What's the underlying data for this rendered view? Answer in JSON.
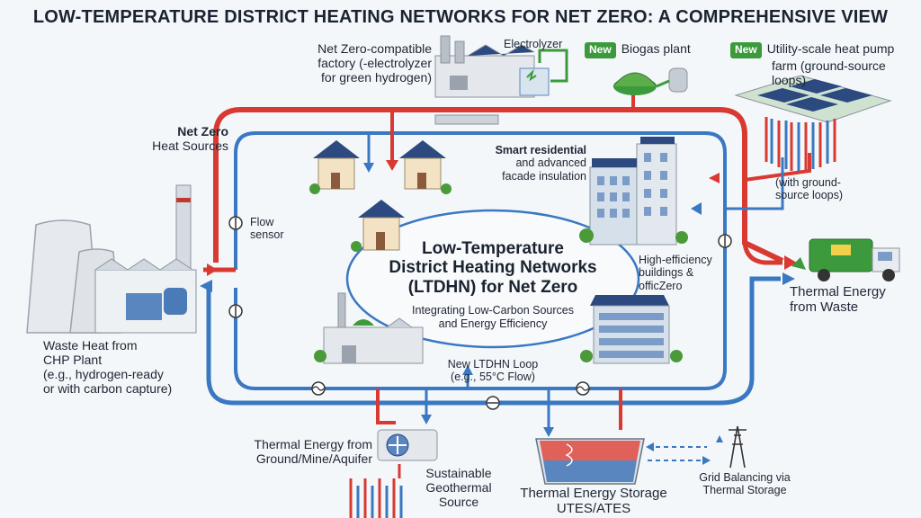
{
  "title": "LOW-TEMPERATURE DISTRICT HEATING NETWORKS FOR NET ZERO: A COMPREHENSIVE VIEW",
  "center": {
    "title_l1": "Low-Temperature",
    "title_l2": "District Heating Networks",
    "title_l3": "(LTDHN) for Net Zero",
    "sub_l1": "Integrating Low-Carbon Sources",
    "sub_l2": "and Energy Efficiency"
  },
  "labels": {
    "factory_l1": "Net Zero-compatible",
    "factory_l2": "factory (-electrolyzer",
    "factory_l3": "for green hydrogen)",
    "electrolyzer": "Electrolyzer",
    "new_badge": "New",
    "biogas": "Biogas plant",
    "heatpump_l1": "Utility-scale heat pump",
    "heatpump_l2": "farm (ground-source loops)",
    "netzero_l1": "Net Zero",
    "netzero_l2": "Heat Sources",
    "smart_l1": "Smart residential",
    "smart_l2": "and advanced",
    "smart_l3": "facade insulation",
    "ground_loops_l1": "(with ground-",
    "ground_loops_l2": "source loops)",
    "flow_l1": "Flow",
    "flow_l2": "sensor",
    "higheff_l1": "High-efficiency",
    "higheff_l2": "buildings &",
    "higheff_l3": "officZero",
    "waste_l1": "Thermal Energy",
    "waste_l2": "from Waste",
    "chp_l1": "Waste Heat from",
    "chp_l2": "CHP Plant",
    "chp_l3": "(e.g., hydrogen-ready",
    "chp_l4": "or with carbon capture)",
    "loop_l1": "New LTDHN Loop",
    "loop_l2": "(e.g., 55°C Flow)",
    "ground_l1": "Thermal Energy from",
    "ground_l2": "Ground/Mine/Aquifer",
    "geo_l1": "Sustainable",
    "geo_l2": "Geothermal",
    "geo_l3": "Source",
    "storage_l1": "Thermal Energy Storage",
    "storage_l2": "UTES/ATES",
    "grid_l1": "Grid Balancing via",
    "grid_l2": "Thermal Storage"
  },
  "colors": {
    "supply": "#d83a32",
    "return": "#3a78c2",
    "solar": "#2c4a80",
    "tree": "#4a9a3a"
  }
}
